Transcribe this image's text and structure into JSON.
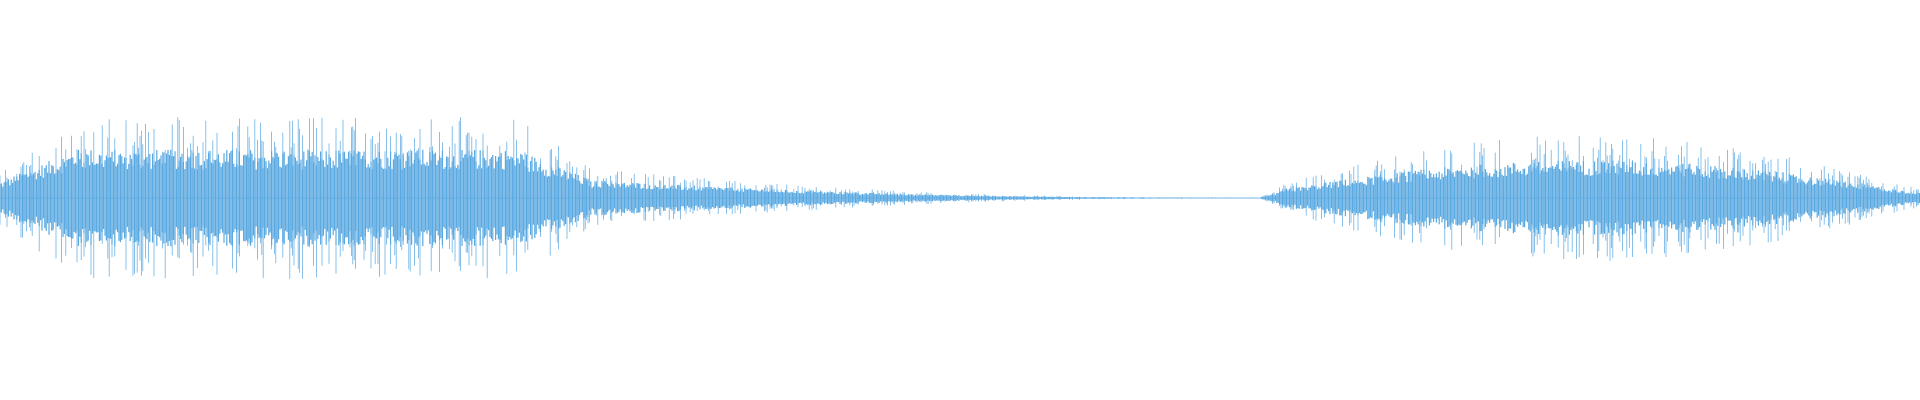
{
  "waveform": {
    "color": "#5aa9e1",
    "background": "#ffffff",
    "segments": [
      {
        "name": "first-burst",
        "start": 0.0,
        "end": 0.31,
        "peak": 0.6,
        "tail_fade_end": 0.65
      },
      {
        "name": "second-burst",
        "start": 0.655,
        "end": 1.0,
        "peak": 0.45
      }
    ]
  }
}
